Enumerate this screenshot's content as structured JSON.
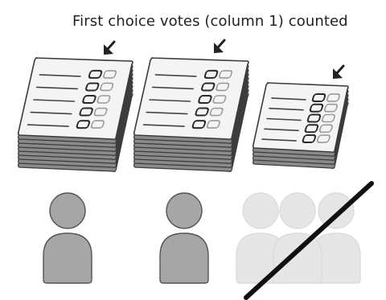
{
  "caption": "First choice votes (column 1) counted",
  "colors": {
    "sheet_fill": "#f4f4f4",
    "sheet_stroke": "#3a3a3a",
    "stack_edge": "#6b6b6b",
    "line": "#444444",
    "box_column1": "#2a2a2a",
    "box_column2": "#9a9a9a",
    "person_active": "#a6a6a6",
    "person_faded": "#e6e6e6",
    "strike": "#111111"
  },
  "piles": [
    {
      "name": "pile-1",
      "size": "large",
      "arrow": true
    },
    {
      "name": "pile-2",
      "size": "large",
      "arrow": true
    },
    {
      "name": "pile-3",
      "size": "small",
      "arrow": true
    }
  ],
  "people": [
    {
      "name": "candidate-1",
      "state": "active"
    },
    {
      "name": "candidate-2",
      "state": "active"
    },
    {
      "name": "candidate-3",
      "state": "eliminated-group"
    }
  ],
  "icons": [
    "ballot-stack-icon",
    "pointer-arrow-icon",
    "person-icon",
    "strikethrough-line-icon"
  ]
}
